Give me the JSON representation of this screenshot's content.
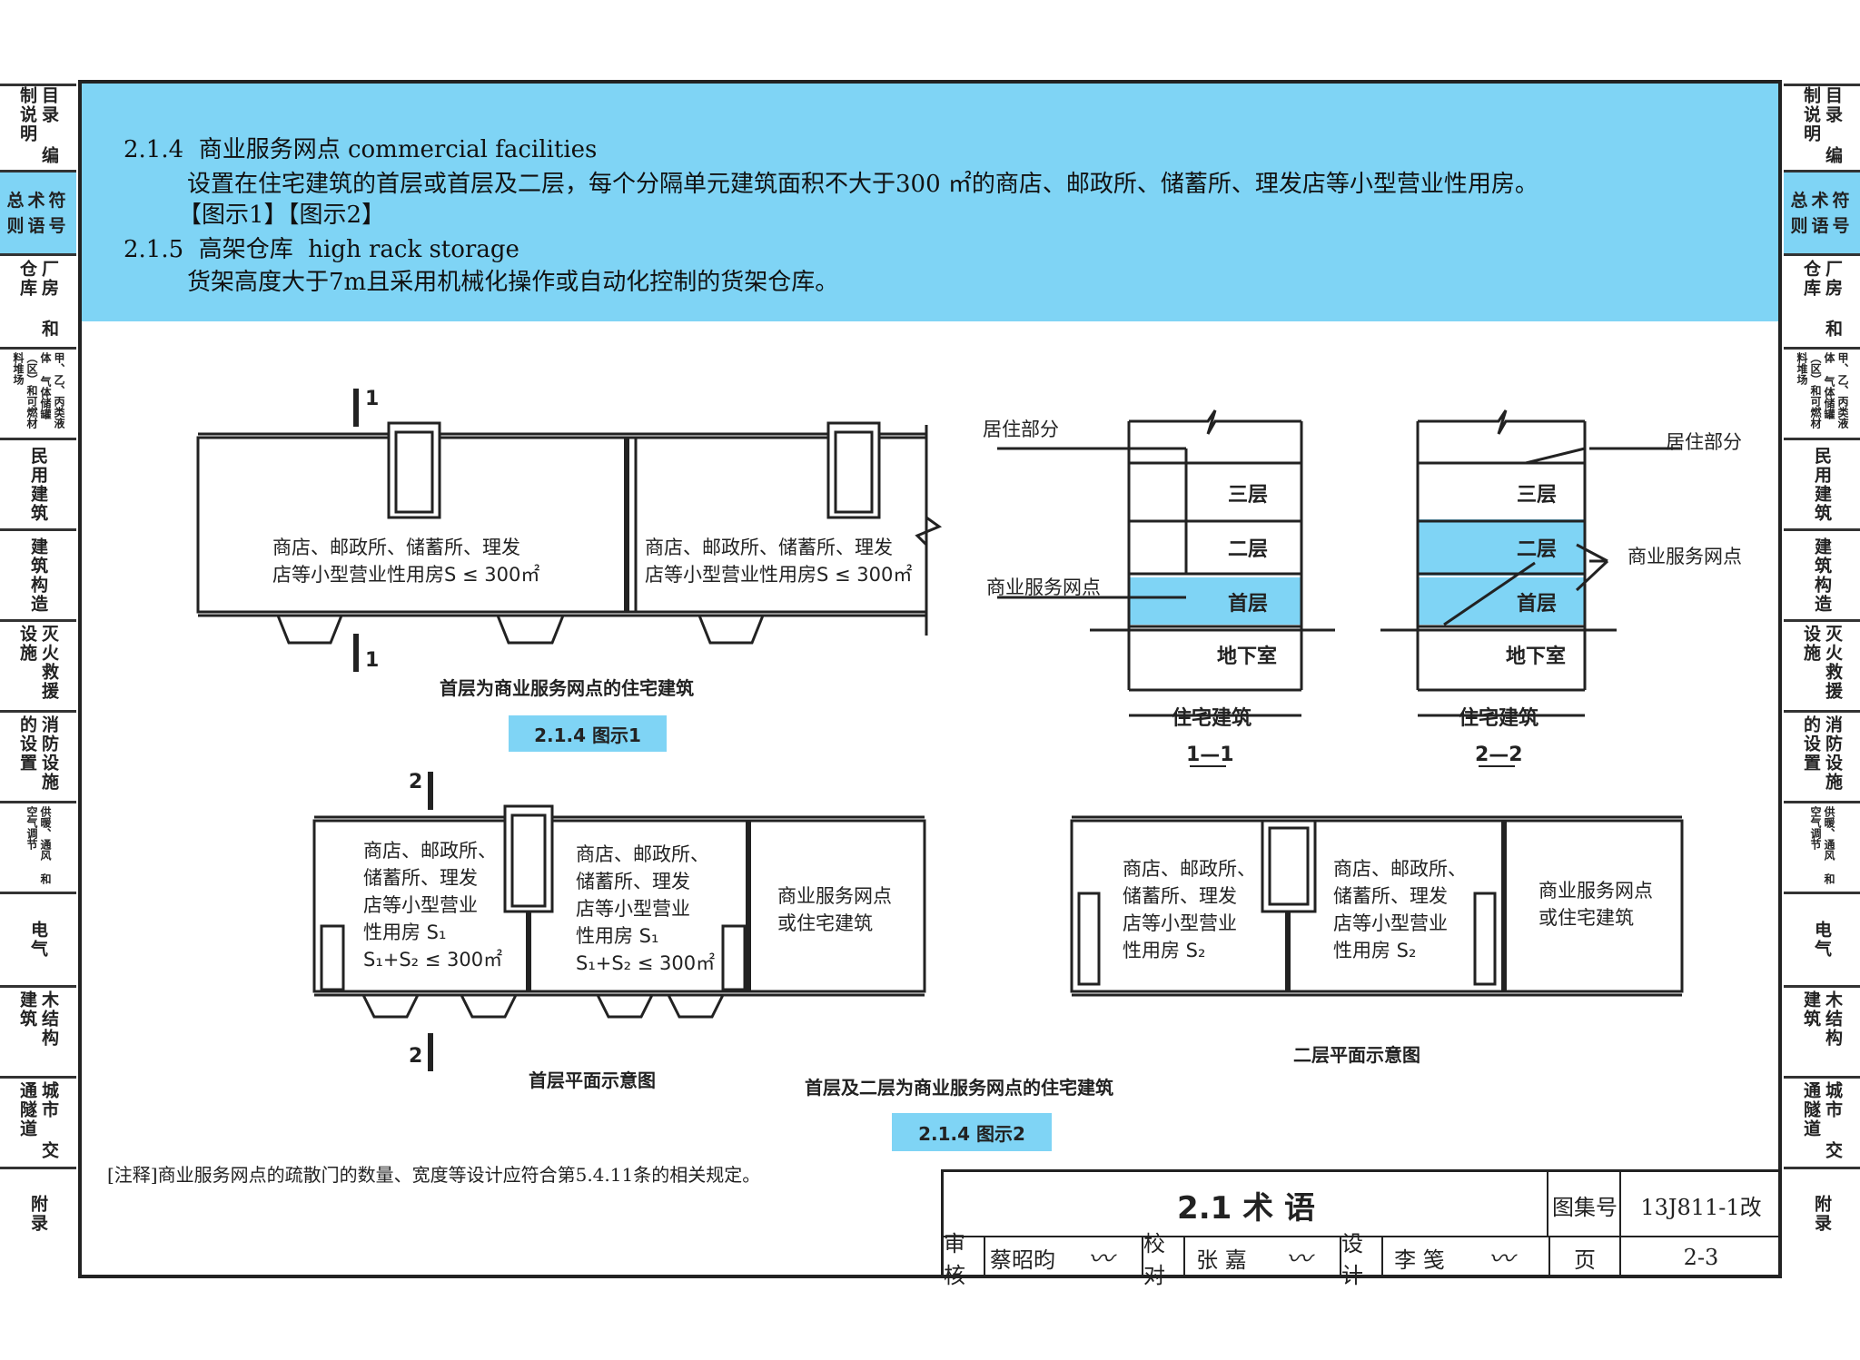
{
  "header": {
    "term1_number": "2.1.4",
    "term1_cn": "商业服务网点",
    "term1_en": "commercial facilities",
    "term1_def": "设置在住宅建筑的首层或首层及二层，每个分隔单元建筑面积不大于300 ㎡的商店、邮政所、储蓄所、理发店等小型营业性用房。",
    "term1_refs": "【图示1】【图示2】",
    "term2_number": "2.1.5",
    "term2_cn": "高架仓库",
    "term2_en": "high rack storage",
    "term2_def": "货架高度大于7m且采用机械化操作或自动化控制的货架仓库。"
  },
  "sidebar": [
    {
      "label": "目录 编制说明",
      "active": false
    },
    {
      "label": "总术符 则语号",
      "active": true
    },
    {
      "label": "厂房 和仓库",
      "active": false
    },
    {
      "label": "甲、乙、丙类液体 气体储罐（区）和可燃材料堆场",
      "active": false
    },
    {
      "label": "民用建筑",
      "active": false
    },
    {
      "label": "建筑构造",
      "active": false
    },
    {
      "label": "灭火救援 设施",
      "active": false
    },
    {
      "label": "消防设施 的设置",
      "active": false
    },
    {
      "label": "供暖、通风 和空气调节",
      "active": false
    },
    {
      "label": "电气",
      "active": false
    },
    {
      "label": "木结构 建筑",
      "active": false
    },
    {
      "label": "城市 交通隧道",
      "active": false
    },
    {
      "label": "附录",
      "active": false
    }
  ],
  "figure1": {
    "plan_label_1": "商店、邮政所、储蓄所、理发",
    "plan_label_2": "店等小型营业性用房S ≤ 300㎡",
    "section_mark": "1",
    "caption": "首层为商业服务网点的住宅建筑",
    "badge": "2.1.4 图示1"
  },
  "sections": {
    "left_residential": "居住部分",
    "right_residential": "居住部分",
    "left_commercial": "商业服务网点",
    "right_commercial": "商业服务网点",
    "floor3": "三层",
    "floor2": "二层",
    "floor1": "首层",
    "basement": "地下室",
    "building": "住宅建筑",
    "sec1": "1—1",
    "sec2": "2—2"
  },
  "figure2": {
    "unit_lines": [
      "商店、邮政所、",
      "储蓄所、理发",
      "店等小型营业",
      "性用房   S₁",
      "S₁+S₂ ≤ 300㎡"
    ],
    "unit2_lines": [
      "商店、邮政所、",
      "储蓄所、理发",
      "店等小型营业",
      "性用房   S₂"
    ],
    "other_1": "商业服务网点",
    "other_2": "或住宅建筑",
    "section_mark": "2",
    "caption_ground": "首层平面示意图",
    "caption_second": "二层平面示意图",
    "caption_main": "首层及二层为商业服务网点的住宅建筑",
    "badge": "2.1.4 图示2"
  },
  "note": "[注释]商业服务网点的疏散门的数量、宽度等设计应符合第5.4.11条的相关规定。",
  "title_block": {
    "title": "2.1  术  语",
    "atlas_label": "图集号",
    "atlas_value": "13J811-1改",
    "review_label": "审核",
    "reviewer": "蔡昭昀",
    "check_label": "校对",
    "checker": "张 嘉",
    "design_label": "设计",
    "designer": "李 笺",
    "page_label": "页",
    "page_value": "2-3"
  },
  "colors": {
    "accent": "#7fd4f5",
    "line": "#222222"
  }
}
